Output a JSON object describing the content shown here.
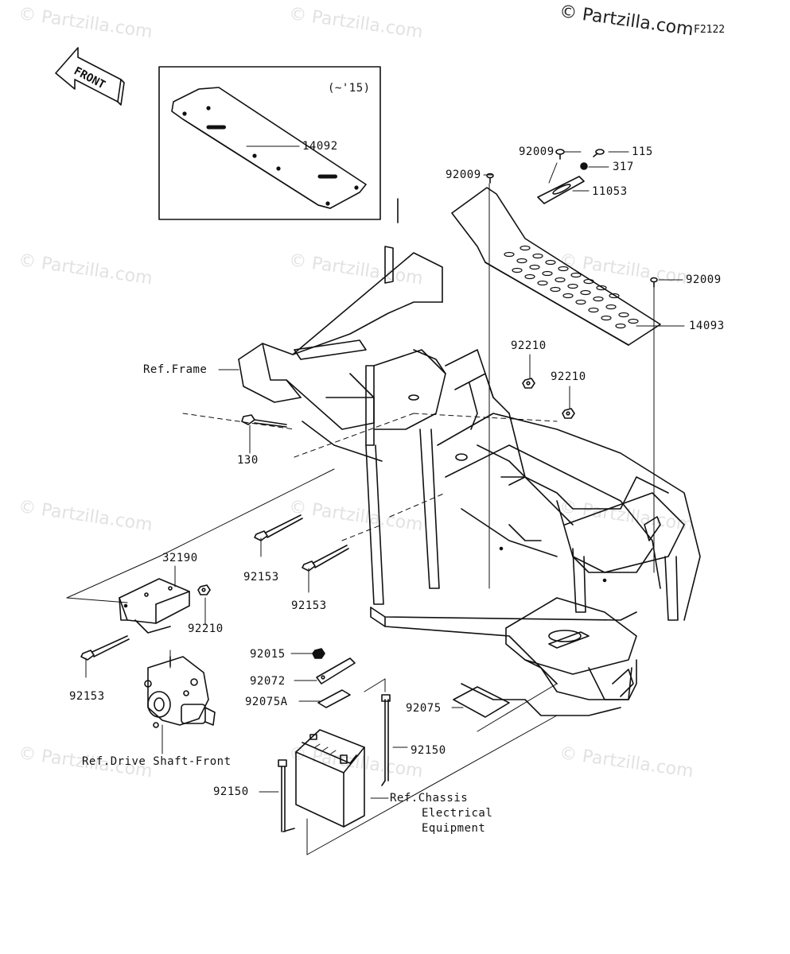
{
  "header": {
    "copyright": "© Partzilla.com",
    "figure_id": "F2122"
  },
  "watermark_text": "© Partzilla.com",
  "front_arrow": {
    "label": "FRONT"
  },
  "inset": {
    "variant_note": "(~'15)"
  },
  "callouts": {
    "p14092": "14092",
    "p92009_a": "92009",
    "p92009_b": "92009",
    "p92009_c": "92009",
    "p115": "115",
    "p317": "317",
    "p11053": "11053",
    "p14093": "14093",
    "p92210_a": "92210",
    "p92210_b": "92210",
    "p92210_c": "92210",
    "ref_frame": "Ref.Frame",
    "p130": "130",
    "p32190": "32190",
    "p92153_a": "92153",
    "p92153_b": "92153",
    "p92153_c": "92153",
    "p92015": "92015",
    "p92072": "92072",
    "p92075A": "92075A",
    "p92075": "92075",
    "p92150_a": "92150",
    "p92150_b": "92150",
    "ref_drive": "Ref.Drive Shaft-Front",
    "ref_chassis_1": "Ref.Chassis",
    "ref_chassis_2": "Electrical",
    "ref_chassis_3": "Equipment"
  }
}
